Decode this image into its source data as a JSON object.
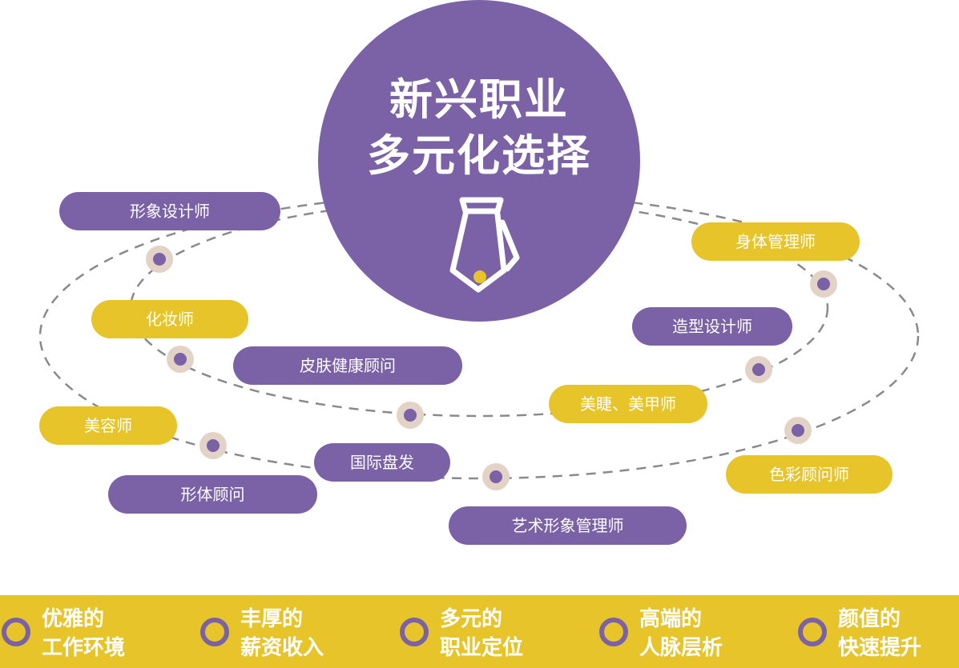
{
  "hub": {
    "title_line1": "新兴职业",
    "title_line2": "多元化选择",
    "icon": "necktie-icon"
  },
  "careers": [
    {
      "label": "形象设计师",
      "color": "purple"
    },
    {
      "label": "化妆师",
      "color": "yellow"
    },
    {
      "label": "皮肤健康顾问",
      "color": "purple"
    },
    {
      "label": "美容师",
      "color": "yellow"
    },
    {
      "label": "国际盘发",
      "color": "purple"
    },
    {
      "label": "形体顾问",
      "color": "purple"
    },
    {
      "label": "艺术形象管理师",
      "color": "purple"
    },
    {
      "label": "身体管理师",
      "color": "yellow"
    },
    {
      "label": "造型设计师",
      "color": "purple"
    },
    {
      "label": "美睫、美甲师",
      "color": "yellow"
    },
    {
      "label": "色彩顾问师",
      "color": "yellow"
    }
  ],
  "features": [
    {
      "line1": "优雅的",
      "line2": "工作环境"
    },
    {
      "line1": "丰厚的",
      "line2": "薪资收入"
    },
    {
      "line1": "多元的",
      "line2": "职业定位"
    },
    {
      "line1": "高端的",
      "line2": "人脉层析"
    },
    {
      "line1": "颜值的",
      "line2": "快速提升"
    }
  ],
  "colors": {
    "purple": "#7b61a6",
    "yellow": "#e6c42a",
    "node_ring": "#e3d3c6",
    "dash": "#8a8a8a"
  }
}
